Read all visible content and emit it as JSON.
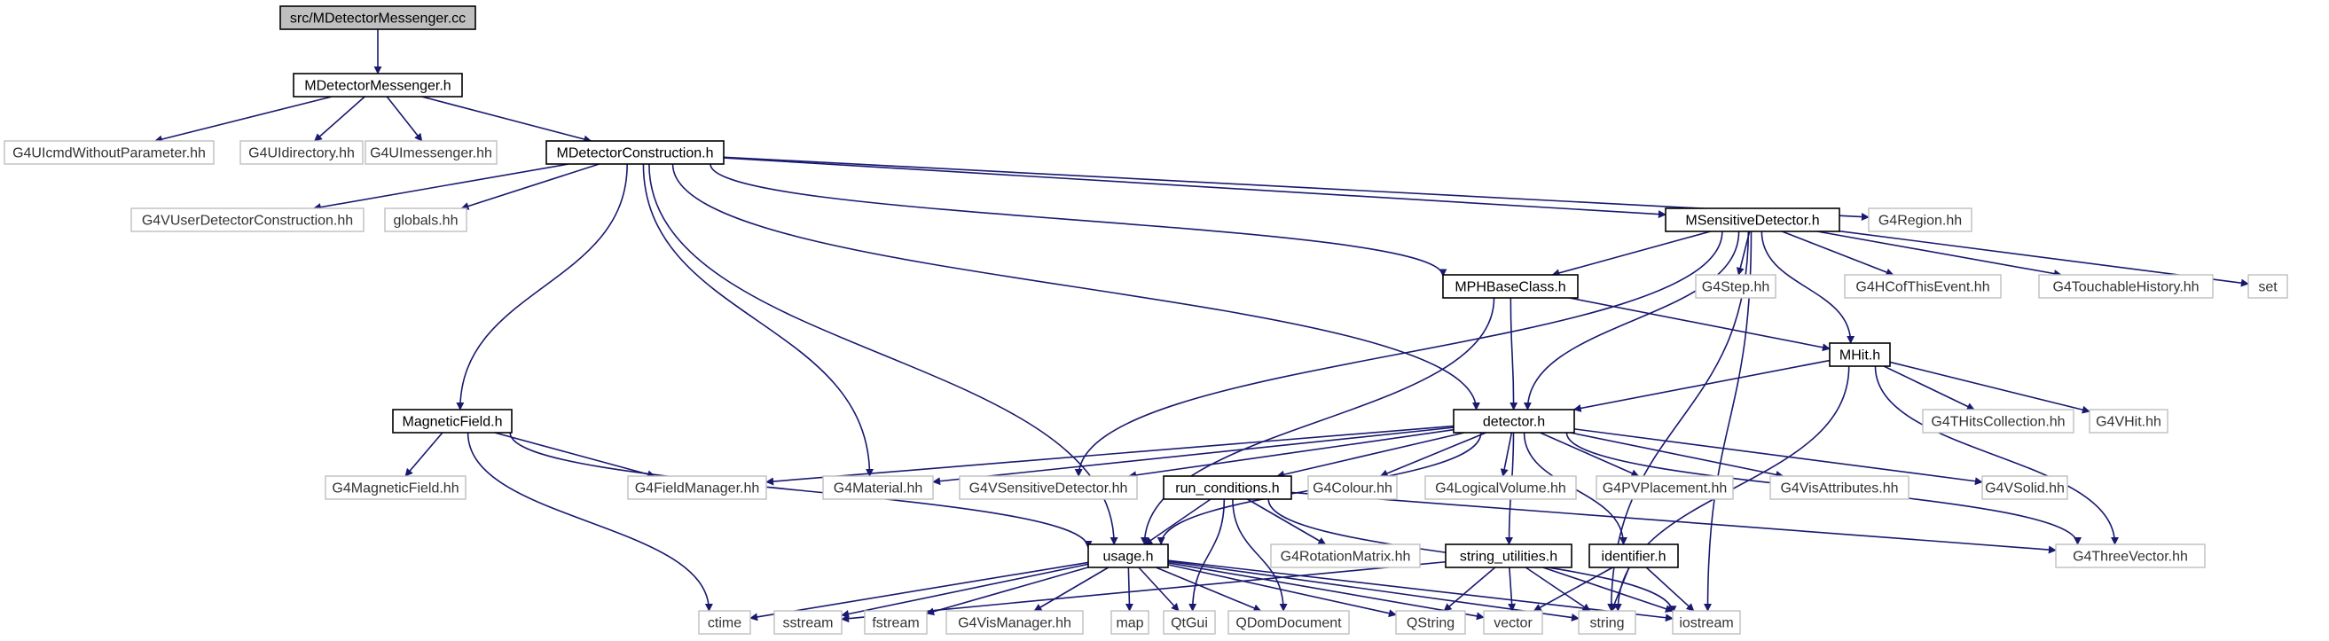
{
  "graph": {
    "edge_color": "#191970",
    "root_fill": "#bfbfbf",
    "external_border": "#bfbfbf",
    "nodes": [
      {
        "id": "root",
        "label": "src/MDetectorMessenger.cc",
        "kind": "root"
      },
      {
        "id": "mdm",
        "label": "MDetectorMessenger.h",
        "kind": "doc"
      },
      {
        "id": "g4uicmd",
        "label": "G4UIcmdWithoutParameter.hh",
        "kind": "ext"
      },
      {
        "id": "g4uidir",
        "label": "G4UIdirectory.hh",
        "kind": "ext"
      },
      {
        "id": "g4uimess",
        "label": "G4UImessenger.hh",
        "kind": "ext"
      },
      {
        "id": "mdc",
        "label": "MDetectorConstruction.h",
        "kind": "doc"
      },
      {
        "id": "g4vudc",
        "label": "G4VUserDetectorConstruction.hh",
        "kind": "ext"
      },
      {
        "id": "globals",
        "label": "globals.hh",
        "kind": "ext"
      },
      {
        "id": "msd",
        "label": "MSensitiveDetector.h",
        "kind": "doc"
      },
      {
        "id": "g4region",
        "label": "G4Region.hh",
        "kind": "ext"
      },
      {
        "id": "mph",
        "label": "MPHBaseClass.h",
        "kind": "doc"
      },
      {
        "id": "g4step",
        "label": "G4Step.hh",
        "kind": "ext"
      },
      {
        "id": "g4hcof",
        "label": "G4HCofThisEvent.hh",
        "kind": "ext"
      },
      {
        "id": "g4touch",
        "label": "G4TouchableHistory.hh",
        "kind": "ext"
      },
      {
        "id": "set",
        "label": "set",
        "kind": "ext"
      },
      {
        "id": "mhit",
        "label": "MHit.h",
        "kind": "doc"
      },
      {
        "id": "mfield",
        "label": "MagneticField.h",
        "kind": "doc"
      },
      {
        "id": "detector",
        "label": "detector.h",
        "kind": "doc"
      },
      {
        "id": "g4thits",
        "label": "G4THitsCollection.hh",
        "kind": "ext"
      },
      {
        "id": "g4vhit",
        "label": "G4VHit.hh",
        "kind": "ext"
      },
      {
        "id": "g4magf",
        "label": "G4MagneticField.hh",
        "kind": "ext"
      },
      {
        "id": "g4fieldm",
        "label": "G4FieldManager.hh",
        "kind": "ext"
      },
      {
        "id": "g4mat",
        "label": "G4Material.hh",
        "kind": "ext"
      },
      {
        "id": "g4vsd",
        "label": "G4VSensitiveDetector.hh",
        "kind": "ext"
      },
      {
        "id": "runcond",
        "label": "run_conditions.h",
        "kind": "doc"
      },
      {
        "id": "g4colour",
        "label": "G4Colour.hh",
        "kind": "ext"
      },
      {
        "id": "g4logvol",
        "label": "G4LogicalVolume.hh",
        "kind": "ext"
      },
      {
        "id": "g4pvp",
        "label": "G4PVPlacement.hh",
        "kind": "ext"
      },
      {
        "id": "g4visattr",
        "label": "G4VisAttributes.hh",
        "kind": "ext"
      },
      {
        "id": "g4vsolid",
        "label": "G4VSolid.hh",
        "kind": "ext"
      },
      {
        "id": "usage",
        "label": "usage.h",
        "kind": "doc"
      },
      {
        "id": "g4rotm",
        "label": "G4RotationMatrix.hh",
        "kind": "ext"
      },
      {
        "id": "strutil",
        "label": "string_utilities.h",
        "kind": "doc"
      },
      {
        "id": "identifier",
        "label": "identifier.h",
        "kind": "doc"
      },
      {
        "id": "g4three",
        "label": "G4ThreeVector.hh",
        "kind": "ext"
      },
      {
        "id": "ctime",
        "label": "ctime",
        "kind": "ext"
      },
      {
        "id": "sstream",
        "label": "sstream",
        "kind": "ext"
      },
      {
        "id": "fstream",
        "label": "fstream",
        "kind": "ext"
      },
      {
        "id": "g4vism",
        "label": "G4VisManager.hh",
        "kind": "ext"
      },
      {
        "id": "map",
        "label": "map",
        "kind": "ext"
      },
      {
        "id": "qtgui",
        "label": "QtGui",
        "kind": "ext"
      },
      {
        "id": "qdom",
        "label": "QDomDocument",
        "kind": "ext"
      },
      {
        "id": "qstring",
        "label": "QString",
        "kind": "ext"
      },
      {
        "id": "vector",
        "label": "vector",
        "kind": "ext"
      },
      {
        "id": "string",
        "label": "string",
        "kind": "ext"
      },
      {
        "id": "iostream",
        "label": "iostream",
        "kind": "ext"
      }
    ],
    "edges": [
      [
        "root",
        "mdm"
      ],
      [
        "mdm",
        "g4uicmd"
      ],
      [
        "mdm",
        "g4uidir"
      ],
      [
        "mdm",
        "g4uimess"
      ],
      [
        "mdm",
        "mdc"
      ],
      [
        "mdc",
        "g4vudc"
      ],
      [
        "mdc",
        "globals"
      ],
      [
        "mdc",
        "msd"
      ],
      [
        "mdc",
        "g4region"
      ],
      [
        "mdc",
        "mph"
      ],
      [
        "mdc",
        "mfield"
      ],
      [
        "mdc",
        "detector"
      ],
      [
        "mdc",
        "g4mat"
      ],
      [
        "mdc",
        "usage"
      ],
      [
        "msd",
        "mph"
      ],
      [
        "msd",
        "g4step"
      ],
      [
        "msd",
        "g4hcof"
      ],
      [
        "msd",
        "g4touch"
      ],
      [
        "msd",
        "set"
      ],
      [
        "msd",
        "mhit"
      ],
      [
        "msd",
        "detector"
      ],
      [
        "msd",
        "g4vsd"
      ],
      [
        "msd",
        "string"
      ],
      [
        "msd",
        "iostream"
      ],
      [
        "mph",
        "mhit"
      ],
      [
        "mph",
        "detector"
      ],
      [
        "mph",
        "usage"
      ],
      [
        "mhit",
        "detector"
      ],
      [
        "mhit",
        "g4thits"
      ],
      [
        "mhit",
        "g4vhit"
      ],
      [
        "mhit",
        "g4three"
      ],
      [
        "mhit",
        "string"
      ],
      [
        "mfield",
        "g4magf"
      ],
      [
        "mfield",
        "g4fieldm"
      ],
      [
        "mfield",
        "usage"
      ],
      [
        "mfield",
        "ctime"
      ],
      [
        "detector",
        "g4fieldm"
      ],
      [
        "detector",
        "g4mat"
      ],
      [
        "detector",
        "g4vsd"
      ],
      [
        "detector",
        "runcond"
      ],
      [
        "detector",
        "g4colour"
      ],
      [
        "detector",
        "g4logvol"
      ],
      [
        "detector",
        "g4pvp"
      ],
      [
        "detector",
        "g4visattr"
      ],
      [
        "detector",
        "g4vsolid"
      ],
      [
        "detector",
        "usage"
      ],
      [
        "detector",
        "strutil"
      ],
      [
        "detector",
        "identifier"
      ],
      [
        "detector",
        "g4three"
      ],
      [
        "runcond",
        "usage"
      ],
      [
        "runcond",
        "g4rotm"
      ],
      [
        "runcond",
        "qtgui"
      ],
      [
        "runcond",
        "qdom"
      ],
      [
        "runcond",
        "g4three"
      ],
      [
        "runcond",
        "iostream"
      ],
      [
        "usage",
        "ctime"
      ],
      [
        "usage",
        "sstream"
      ],
      [
        "usage",
        "fstream"
      ],
      [
        "usage",
        "g4vism"
      ],
      [
        "usage",
        "map"
      ],
      [
        "usage",
        "qtgui"
      ],
      [
        "usage",
        "qdom"
      ],
      [
        "usage",
        "qstring"
      ],
      [
        "usage",
        "vector"
      ],
      [
        "usage",
        "string"
      ],
      [
        "usage",
        "iostream"
      ],
      [
        "strutil",
        "sstream"
      ],
      [
        "strutil",
        "qstring"
      ],
      [
        "strutil",
        "vector"
      ],
      [
        "strutil",
        "string"
      ],
      [
        "strutil",
        "iostream"
      ],
      [
        "identifier",
        "vector"
      ],
      [
        "identifier",
        "string"
      ],
      [
        "identifier",
        "iostream"
      ]
    ]
  }
}
